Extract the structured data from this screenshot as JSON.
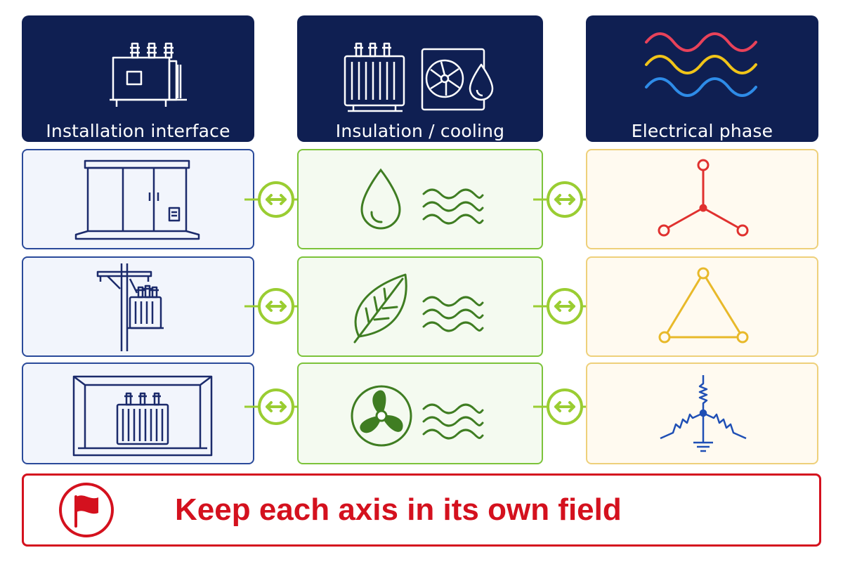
{
  "columns": [
    {
      "title": "Installation interface",
      "header_icon": "transformer-icon",
      "rows": [
        "kiosk-substation-icon",
        "pole-mounted-transformer-icon",
        "indoor-transformer-room-icon"
      ]
    },
    {
      "title": "Insulation / cooling",
      "header_icon": "transformer-cooling-unit-icon",
      "rows": [
        "oil-drop-icon",
        "leaf-icon",
        "fan-icon"
      ]
    },
    {
      "title": "Electrical phase",
      "header_icon": "three-phase-waves-icon",
      "rows": [
        "star-wye-connection-icon",
        "delta-connection-icon",
        "grounded-wye-connection-icon"
      ]
    }
  ],
  "connector_icon": "double-arrow-icon",
  "banner": {
    "text": "Keep each axis in its own field",
    "icon": "flag-icon"
  },
  "colors": {
    "header_bg": "#0f1f52",
    "installation": "#1b2a6b",
    "cooling": "#3f7d22",
    "connector": "#9acd32",
    "phase_red": "#e0312f",
    "phase_yellow": "#e8b92a",
    "phase_blue": "#1f4fb5",
    "banner": "#d4111e"
  }
}
